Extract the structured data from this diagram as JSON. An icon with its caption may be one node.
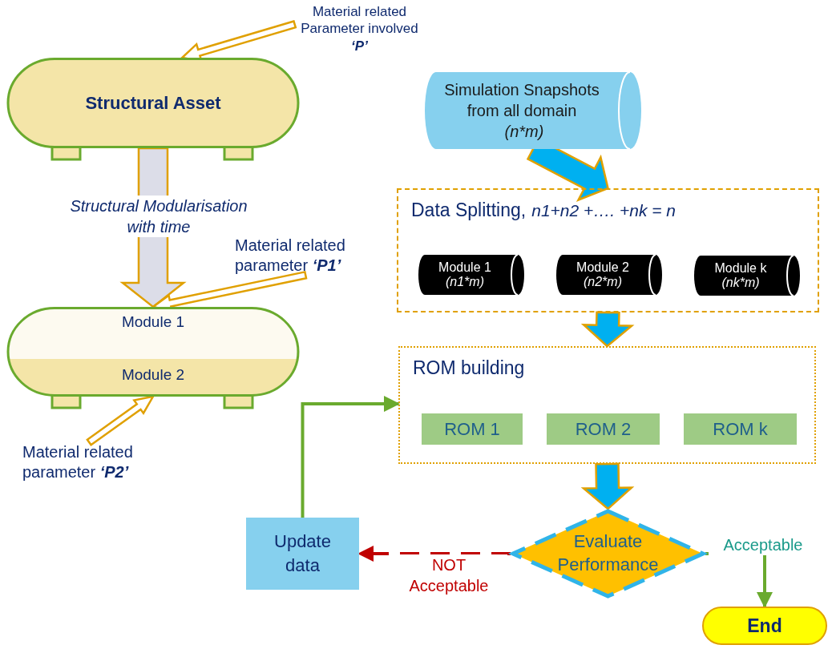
{
  "diagram": {
    "nodes": [
      {
        "text": [
          "Material related Parameter involved **‘P’**"
        ]
      },
      {
        "text": [
          "Structural Asset"
        ]
      },
      {
        "text": [
          "Module 1",
          "Module 2"
        ]
      },
      {
        "text": [
          "Material related parameter **‘P1’**"
        ]
      },
      {
        "text": [
          "Material related parameter **‘P2’**"
        ]
      },
      {
        "text": [
          "Simulation Snapshots from all domain",
          "(n*m)"
        ]
      },
      {
        "text": [
          "Data Splitting,",
          "n1+n2 +…. +nk = n"
        ]
      },
      {
        "text": [
          "Module 1",
          "(n1*m)"
        ],
        "in": 6
      },
      {
        "text": [
          "Module 2",
          "(n2*m)"
        ],
        "in": 6
      },
      {
        "text": [
          "Module k",
          "(nk*m)"
        ],
        "in": 6
      },
      {
        "text": [
          "ROM building"
        ]
      },
      {
        "text": [
          "ROM 1"
        ],
        "in": 10
      },
      {
        "text": [
          "ROM 2"
        ],
        "in": 10
      },
      {
        "text": [
          "ROM k"
        ],
        "in": 10
      },
      {
        "text": [
          "Evaluate Performance"
        ]
      },
      {
        "text": [
          "Update data"
        ]
      },
      {
        "text": [
          "End"
        ]
      }
    ],
    "edges": [
      {
        "from": 0,
        "to": 1,
        "arrow": "to",
        "style": "thick"
      },
      {
        "from": 1,
        "to": 2,
        "arrow": "to",
        "style": "thick",
        "color": "#dcdde8",
        "label": "Structural Modularisation with time"
      },
      {
        "from": 3,
        "to": 2,
        "arrow": "to",
        "style": "thick"
      },
      {
        "from": 4,
        "to": 2,
        "arrow": "to",
        "style": "thick"
      },
      {
        "from": 5,
        "to": 6,
        "arrow": "to",
        "style": "thick",
        "color": "#00b0f0"
      },
      {
        "from": 6,
        "to": 10,
        "arrow": "to",
        "style": "thick",
        "color": "#00b0f0"
      },
      {
        "from": 10,
        "to": 14,
        "arrow": "to",
        "style": "thick",
        "color": "#00b0f0"
      },
      {
        "from": 14,
        "to": 15,
        "arrow": "to",
        "style": "dashed",
        "color": "#c00000",
        "label": "NOT Acceptable"
      },
      {
        "from": 15,
        "to": 10,
        "arrow": "to",
        "color": "#6aaa2e"
      },
      {
        "from": 14,
        "to": 16,
        "arrow": "to",
        "color": "#6aaa2e",
        "label": "Acceptable"
      }
    ]
  }
}
